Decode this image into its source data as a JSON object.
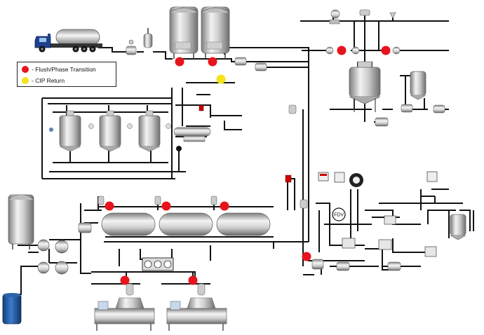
{
  "legend": {
    "items": [
      {
        "label": "- Flush/Phase Transition",
        "color": "#e8141c"
      },
      {
        "label": "- CIP Return",
        "color": "#f5e21a"
      }
    ]
  },
  "labels": {
    "fdv": "FDV"
  },
  "colors": {
    "flush_marker": "#e8141c",
    "cip_marker": "#f5e21a",
    "pipe": "#111111",
    "truck_cab": "#1f3f8f",
    "barrel": "#1f5aa6"
  }
}
